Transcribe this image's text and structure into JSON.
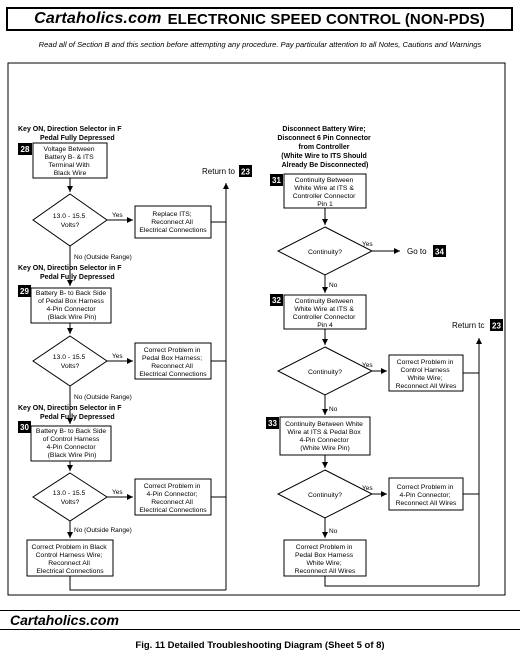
{
  "header": {
    "brand": "Cartaholics.com",
    "title": "ELECTRONIC SPEED CONTROL (NON-PDS)"
  },
  "note": "Read all of Section B and this section before attempting any procedure. Pay particular attention to all Notes, Cautions and Warnings",
  "footer": {
    "brand": "Cartaholics.com"
  },
  "caption": "Fig. 11  Detailed Troubleshooting Diagram (Sheet 5 of 8)",
  "diagram": {
    "left": {
      "cond1": [
        "Key ON, Direction Selector in F",
        "Pedal Fully Depressed"
      ],
      "step28": {
        "num": "28",
        "lines": [
          "Voltage Between",
          "Battery B- & ITS",
          "Terminal With",
          "Black Wire"
        ]
      },
      "dec1": {
        "lines": [
          "13.0 - 15.5",
          "Volts?"
        ],
        "yes": "Yes",
        "no": "No (Outside Range)"
      },
      "fix1": [
        "Replace ITS;",
        "Reconnect All",
        "Electrical Connections"
      ],
      "return1": {
        "label": "Return to",
        "num": "23"
      },
      "cond2": [
        "Key ON, Direction Selector in F",
        "Pedal Fully Depressed"
      ],
      "step29": {
        "num": "29",
        "lines": [
          "Battery B- to Back Side",
          "of Pedal Box Harness",
          "4-Pin Connector",
          "(Black Wire Pin)"
        ]
      },
      "dec2": {
        "lines": [
          "13.0 - 15.5",
          "Volts?"
        ],
        "yes": "Yes",
        "no": "No (Outside Range)"
      },
      "fix2": [
        "Correct Problem in",
        "Pedal Box Harness;",
        "Reconnect All",
        "Electrical Connections"
      ],
      "cond3": [
        "Key ON, Direction Selector in F",
        "Pedal Fully Depressed"
      ],
      "step30": {
        "num": "30",
        "lines": [
          "Battery B- to Back Side",
          "of Control Harness",
          "4-Pin Connector",
          "(Black Wire Pin)"
        ]
      },
      "dec3": {
        "lines": [
          "13.0 - 15.5",
          "Volts?"
        ],
        "yes": "Yes",
        "no": "No (Outside Range)"
      },
      "fix3": [
        "Correct Problem in",
        "4-Pin Connector;",
        "Reconnect All",
        "Electrical Connections"
      ],
      "fix4": [
        "Correct Problem in Black",
        "Control Harness Wire;",
        "Reconnect All",
        "Electrical Connections"
      ]
    },
    "right": {
      "cond": [
        "Disconnect Battery Wire;",
        "Disconnect 6 Pin Connector",
        "from Controller",
        "(White Wire to ITS Should",
        "Already Be Disconnected)"
      ],
      "step31": {
        "num": "31",
        "lines": [
          "Continuity Between",
          "White Wire at ITS &",
          "Controller Connector",
          "Pin 1"
        ]
      },
      "dec1": {
        "lines": [
          "Continuity?"
        ],
        "yes": "Yes",
        "no": "No"
      },
      "goto": {
        "label": "Go to",
        "num": "34"
      },
      "step32": {
        "num": "32",
        "lines": [
          "Continuity Between",
          "White Wire at ITS &",
          "Controller Connector",
          "Pin 4"
        ]
      },
      "return2": {
        "label": "Return tc",
        "num": "23"
      },
      "dec2": {
        "lines": [
          "Continuity?"
        ],
        "yes": "Yes",
        "no": "No"
      },
      "fix1": [
        "Correct Problem in",
        "Control Harness",
        "White Wire;",
        "Reconnect All Wires"
      ],
      "step33": {
        "num": "33",
        "lines": [
          "Continuity Between White",
          "Wire at ITS & Pedal Box",
          "4-Pin Connector",
          "(White Wire Pin)"
        ]
      },
      "dec3": {
        "lines": [
          "Continuity?"
        ],
        "yes": "Yes",
        "no": "No"
      },
      "fix2": [
        "Correct Problem in",
        "4-Pin Connector;",
        "Reconnect All Wires"
      ],
      "fix3": [
        "Correct Problem in",
        "Pedal Box Harness",
        "White Wire;",
        "Reconnect All Wires"
      ]
    }
  }
}
